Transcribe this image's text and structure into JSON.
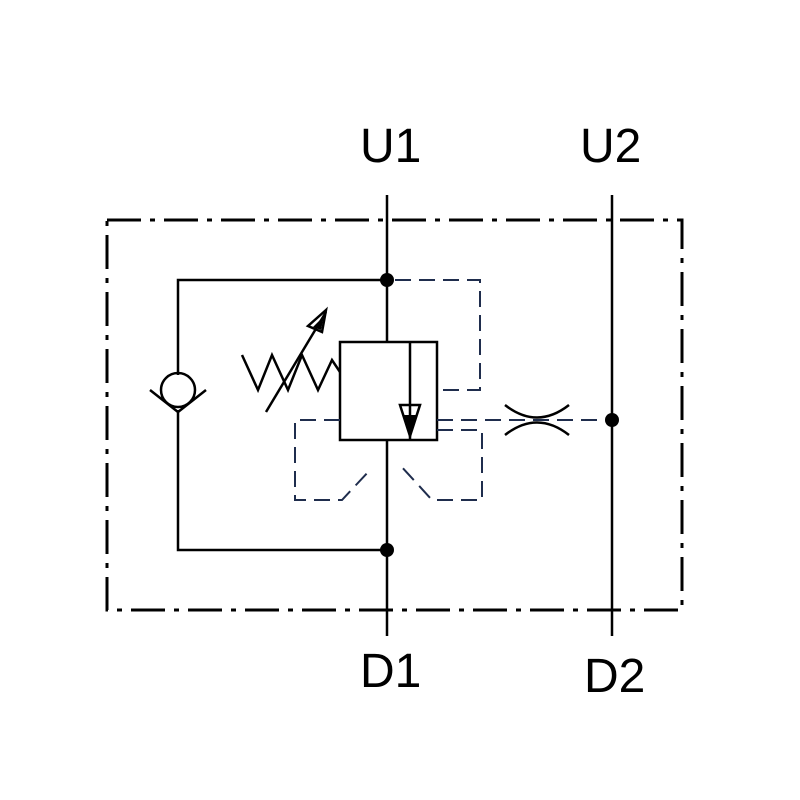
{
  "diagram": {
    "type": "hydraulic-schematic",
    "ports": {
      "u1": "U1",
      "u2": "U2",
      "d1": "D1",
      "d2": "D2"
    },
    "colors": {
      "line": "#000000",
      "pilot": "#1f2d4d",
      "background": "#ffffff"
    },
    "symbols": [
      "check-valve",
      "adjustable-spring",
      "relief-valve",
      "orifice",
      "pilot-lines"
    ]
  }
}
